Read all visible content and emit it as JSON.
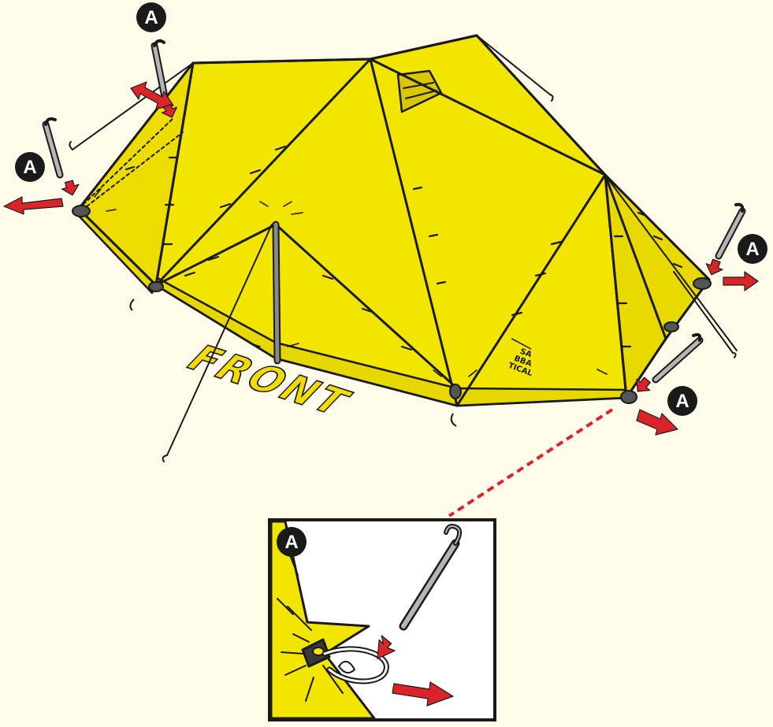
{
  "diagram": {
    "front_label": "FRONT",
    "brand_mark": [
      "SA",
      "BBA",
      "TICAL"
    ],
    "callout_letter": "A",
    "colors": {
      "background": "#fefbeb",
      "tent_fill": "#f2e600",
      "outline": "#1a1a1a",
      "arrow": "#d9252a",
      "stake": "#9a9a9a",
      "inset_background": "#ffffff"
    },
    "icons": [
      "tent-stake-icon",
      "direction-arrow-icon",
      "callout-badge-icon",
      "tie-loop-icon"
    ]
  }
}
